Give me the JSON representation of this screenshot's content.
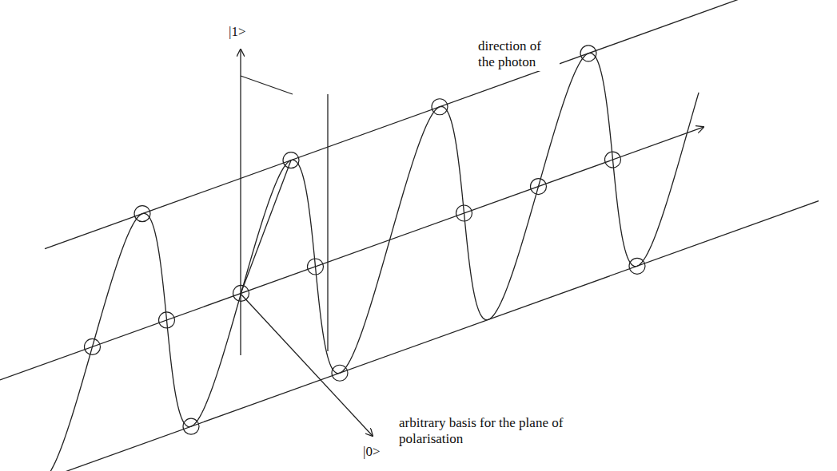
{
  "diagram": {
    "labels": [
      "|1>",
      "direction of the photon",
      "arbitrary basis for the plane of polarisation",
      "|0>"
    ]
  }
}
